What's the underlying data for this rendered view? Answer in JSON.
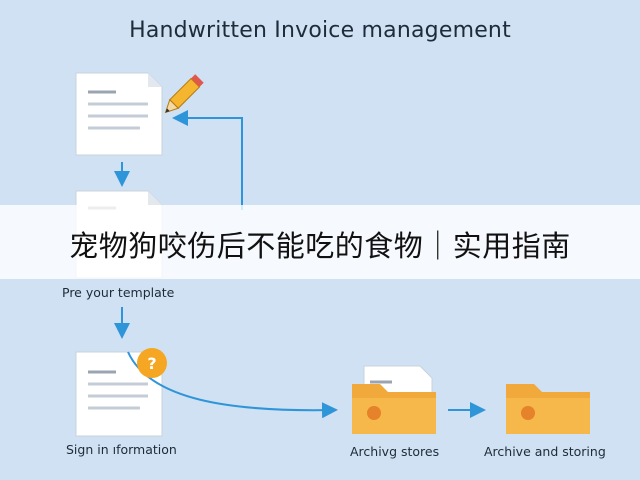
{
  "title": "Handwritten Invoice management",
  "banner": "宠物狗咬伤后不能吃的食物｜实用指南",
  "steps": {
    "template": "Pre your template",
    "sign": "Sign in ıformation",
    "archivg": "Archivg stores",
    "archive": "Archive and storing"
  },
  "badge": "?",
  "colors": {
    "background": "#cfe1f2",
    "arrow": "#2f95d9",
    "folder": "#f2a93b",
    "badge": "#f5a623"
  }
}
